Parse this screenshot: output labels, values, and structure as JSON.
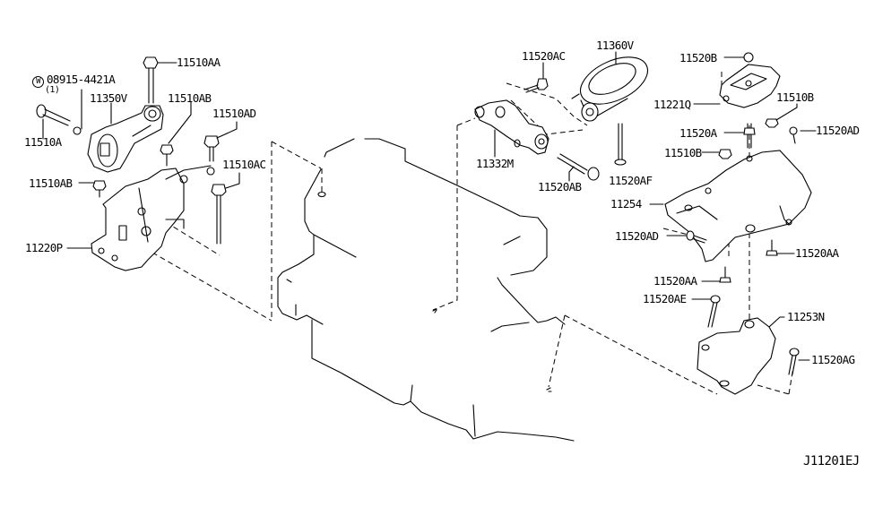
{
  "diagram": {
    "title_code": "J11201EJ",
    "washer_symbol": "W",
    "parts": {
      "p11510AA": "11510AA",
      "p08915": "08915-4421A",
      "p08915_qty": "(1)",
      "p11350V": "11350V",
      "p11510AB_top": "11510AB",
      "p11510AD": "11510AD",
      "p11510A": "11510A",
      "p11510AC": "11510AC",
      "p11510AB_left": "11510AB",
      "p11220P": "11220P",
      "p11520AC": "11520AC",
      "p11360V": "11360V",
      "p11332M": "11332M",
      "p11520AB": "11520AB",
      "p11520AF": "11520AF",
      "p11520B": "11520B",
      "p11221Q": "11221Q",
      "p11510B_right": "11510B",
      "p11520A": "11520A",
      "p11520AD_top": "11520AD",
      "p11510B_left": "11510B",
      "p11254": "11254",
      "p11520AD_mid": "11520AD",
      "p11520AA_right": "11520AA",
      "p11520AA_left": "11520AA",
      "p11520AE": "11520AE",
      "p11253N": "11253N",
      "p11520AG": "11520AG"
    }
  }
}
